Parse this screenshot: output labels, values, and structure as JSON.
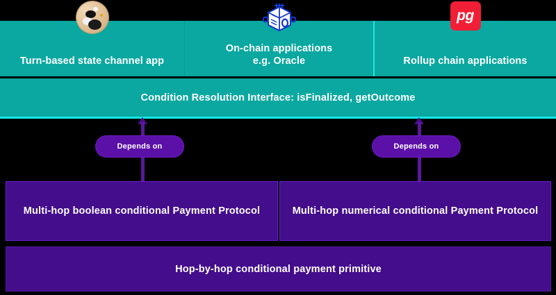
{
  "diagram": {
    "colors": {
      "background": "#000000",
      "teal_band": "#0aa8a0",
      "cyan_accent": "#16e8e8",
      "purple_box": "#430d8c",
      "purple_pill": "#5b10a8",
      "purple_connector": "#5a189a",
      "pg_red": "#f01f36",
      "text_on_dark": "#ffffff"
    },
    "applications": {
      "cards": [
        {
          "id": "turn-based-state-channel-app",
          "label": "Turn-based state channel app",
          "icon": "go-board-stone-icon"
        },
        {
          "id": "on-chain-applications",
          "label": "On-chain applications\ne.g. Oracle",
          "icon": "oracle-cube-icon"
        },
        {
          "id": "rollup-chain-applications",
          "label": "Rollup chain applications",
          "icon": "pg-rollup-icon",
          "icon_text": "pg"
        }
      ]
    },
    "interface": {
      "label": "Condition Resolution Interface: isFinalized, getOutcome"
    },
    "dependencies": [
      {
        "id": "dependency-left",
        "label": "Depends on"
      },
      {
        "id": "dependency-right",
        "label": "Depends on"
      }
    ],
    "protocols": [
      {
        "id": "multi-hop-boolean-protocol",
        "label": "Multi-hop boolean conditional Payment Protocol"
      },
      {
        "id": "multi-hop-numerical-protocol",
        "label": "Multi-hop numerical conditional Payment Protocol"
      }
    ],
    "primitive": {
      "label": "Hop-by-hop conditional payment primitive"
    }
  }
}
